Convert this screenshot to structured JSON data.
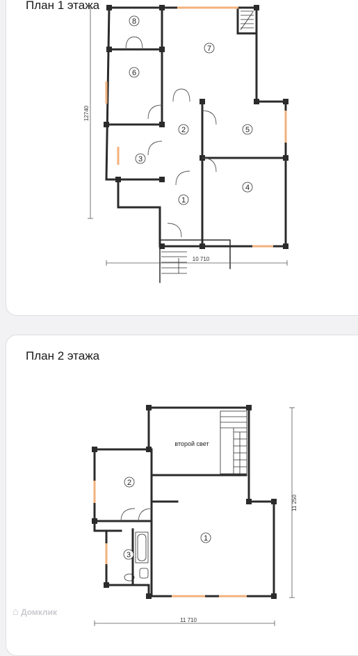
{
  "plan1": {
    "title": "План 1 этажа",
    "rooms": [
      "1",
      "2",
      "3",
      "4",
      "5",
      "6",
      "7",
      "8"
    ],
    "dim_width": "10 710",
    "dim_height": "12740"
  },
  "plan2": {
    "title": "План 2 этажа",
    "rooms": [
      "1",
      "2",
      "3"
    ],
    "note": "второй свет",
    "dim_width": "11 710",
    "dim_height": "11 250"
  },
  "watermark": {
    "text": "Домклик"
  },
  "colors": {
    "wall": "#2b2b2b",
    "window": "#f2b27c",
    "door": "#555555"
  }
}
